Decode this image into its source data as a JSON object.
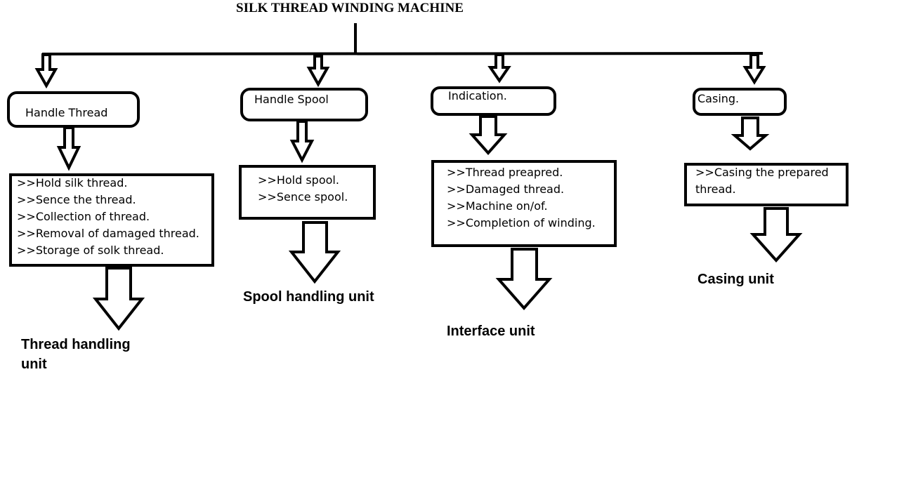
{
  "diagram": {
    "title": "SILK THREAD WINDING MACHINE",
    "branches": [
      {
        "function": "Handle Thread",
        "items": [
          ">>Hold silk thread.",
          ">>Sence the thread.",
          ">>Collection of thread.",
          ">>Removal of damaged thread.",
          ">>Storage of solk thread."
        ],
        "unit_line1": "Thread handling",
        "unit_line2": "unit"
      },
      {
        "function": "Handle Spool",
        "items": [
          ">>Hold spool.",
          ">>Sence spool."
        ],
        "unit_line1": "Spool handling unit"
      },
      {
        "function": "Indication.",
        "items": [
          ">>Thread preapred.",
          ">>Damaged thread.",
          ">>Machine on/of.",
          ">>Completion of winding."
        ],
        "unit_line1": "Interface unit"
      },
      {
        "function": "Casing.",
        "items": [
          ">>Casing the prepared",
          "thread."
        ],
        "unit_line1": "Casing unit"
      }
    ]
  }
}
